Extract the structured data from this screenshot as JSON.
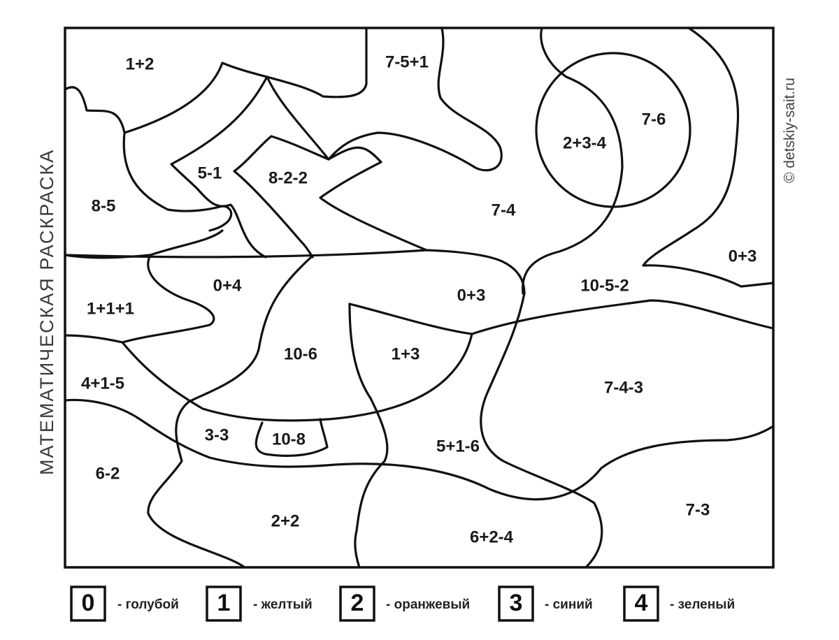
{
  "side_title": "МАТЕМАТИЧЕСКАЯ   РАСКРАСКА",
  "credit": "© detskiy-sait.ru",
  "regions": [
    {
      "id": "r01",
      "label": "1+2"
    },
    {
      "id": "r02",
      "label": "7-5+1"
    },
    {
      "id": "r03",
      "label": "7-6"
    },
    {
      "id": "r04",
      "label": "2+3-4"
    },
    {
      "id": "r05",
      "label": "5-1"
    },
    {
      "id": "r06",
      "label": "8-2-2"
    },
    {
      "id": "r07",
      "label": "8-5"
    },
    {
      "id": "r08",
      "label": "7-4"
    },
    {
      "id": "r09",
      "label": "0+3"
    },
    {
      "id": "r10",
      "label": "0+4"
    },
    {
      "id": "r11",
      "label": "10-5-2"
    },
    {
      "id": "r12",
      "label": "0+3"
    },
    {
      "id": "r13",
      "label": "1+1+1"
    },
    {
      "id": "r14",
      "label": "10-6"
    },
    {
      "id": "r15",
      "label": "1+3"
    },
    {
      "id": "r16",
      "label": "4+1-5"
    },
    {
      "id": "r17",
      "label": "7-4-3"
    },
    {
      "id": "r18",
      "label": "3-3"
    },
    {
      "id": "r19",
      "label": "10-8"
    },
    {
      "id": "r20",
      "label": "5+1-6"
    },
    {
      "id": "r21",
      "label": "6-2"
    },
    {
      "id": "r22",
      "label": "2+2"
    },
    {
      "id": "r23",
      "label": "7-3"
    },
    {
      "id": "r24",
      "label": "6+2-4"
    }
  ],
  "legend": [
    {
      "digit": "0",
      "text": "- голубой"
    },
    {
      "digit": "1",
      "text": "- желтый"
    },
    {
      "digit": "2",
      "text": "- оранжевый"
    },
    {
      "digit": "3",
      "text": "- синий"
    },
    {
      "digit": "4",
      "text": "- зеленый"
    }
  ]
}
